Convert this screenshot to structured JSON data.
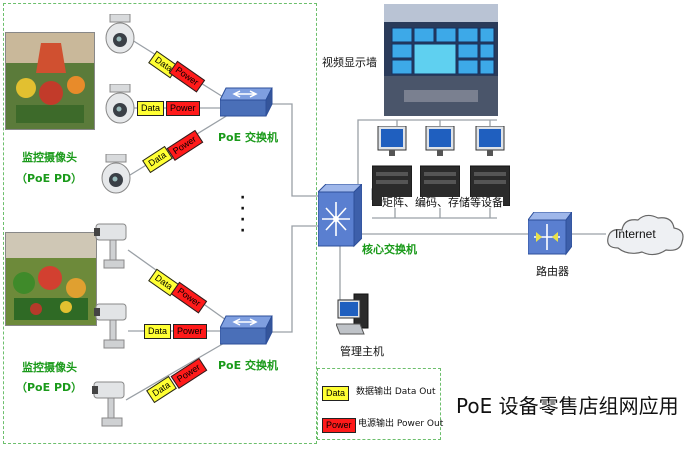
{
  "labels": {
    "video_wall": "视频显示墙",
    "camera_group_top": "监控摄像头",
    "camera_group_top_sub": "（PoE PD）",
    "camera_group_bottom": "监控摄像头",
    "camera_group_bottom_sub": "（PoE PD）",
    "poe_switch_top": "PoE 交换机",
    "poe_switch_bottom": "PoE 交换机",
    "core_switch": "核心交换机",
    "matrix_devices": "矩阵、编码、存储等设备",
    "router": "路由器",
    "internet": "Internet",
    "admin_host": "管理主机",
    "diagram_title": "PoE 设备零售店组网应用",
    "ellipsis": "·\n·\n·\n·"
  },
  "tags": {
    "data": "Data",
    "power": "Power"
  },
  "legend": {
    "data_swatch": "Data",
    "data_text": "数据输出 Data Out",
    "power_swatch": "Power",
    "power_text": "电源输出 Power Out"
  },
  "colors": {
    "data": "#ffff33",
    "power": "#ff1a1a",
    "green_text": "#1a9a1a",
    "dashed_border": "#6cbf6c",
    "switch_blue": "#4a6fb8",
    "core_blue": "#5a7fd0",
    "line_gray": "#9aa0a6"
  }
}
